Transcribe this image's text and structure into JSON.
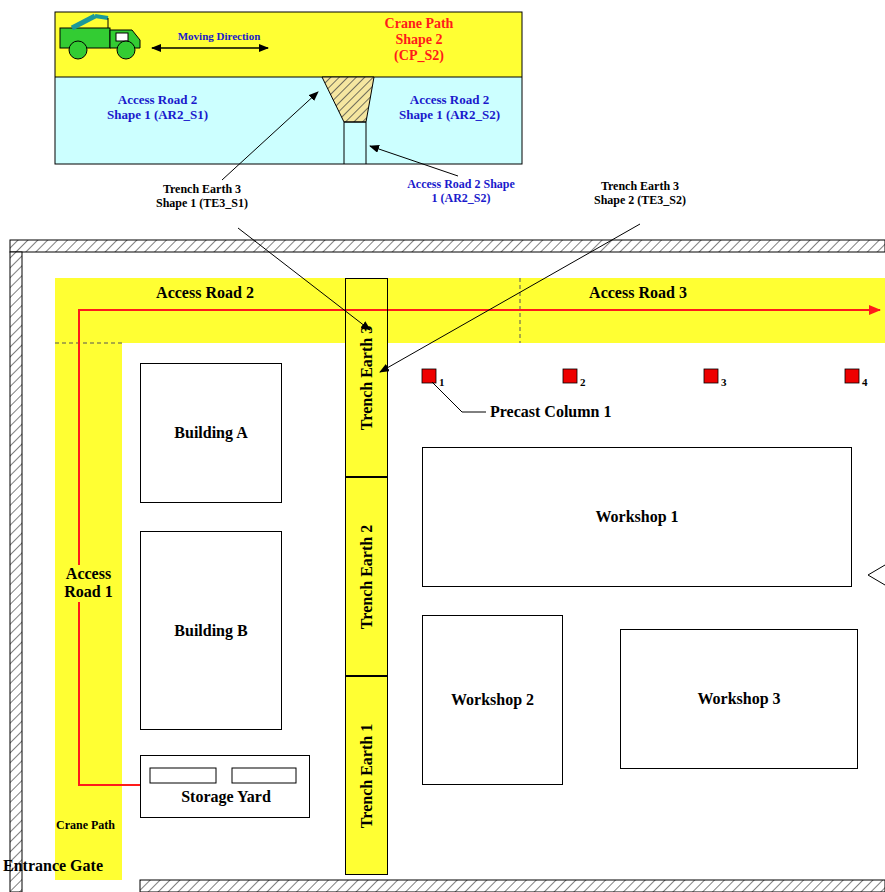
{
  "diagram": {
    "nodes": [
      {
        "text": [
          "Moving Direction",
          "Crane Path Shape 2 (CP_S2)"
        ]
      },
      {
        "text": [
          "Access Road 2 Shape 1 (AR2_S1)"
        ]
      },
      {
        "text": [
          "Access Road 2 Shape 1 (AR2_S2)"
        ]
      },
      {
        "text": [
          "Access Road 2"
        ]
      },
      {
        "text": [
          "Trench Earth 3"
        ]
      },
      {
        "text": [
          "Access Road 3"
        ]
      },
      {
        "text": [
          "Building A"
        ]
      },
      {
        "text": [
          "Trench Earth 2"
        ]
      },
      {
        "text": [
          "Workshop 1"
        ]
      },
      {
        "text": [
          "Access Road 1"
        ]
      },
      {
        "text": [
          "Building B"
        ]
      },
      {
        "text": [
          "Workshop 2"
        ]
      },
      {
        "text": [
          "Workshop 3"
        ]
      },
      {
        "text": [
          "Trench Earth 1"
        ]
      },
      {
        "text": [
          "Storage Yard"
        ]
      }
    ],
    "labels": [
      "Trench Earth 3 Shape 1 (TE3_S1)",
      "Access Road 2 Shape 1 (AR2_S2)",
      "Trench Earth 3 Shape 2 (TE3_S2)",
      "1",
      "2",
      "3",
      "4",
      "Precast Column 1",
      "Crane Path",
      "Entrance Gate"
    ]
  }
}
